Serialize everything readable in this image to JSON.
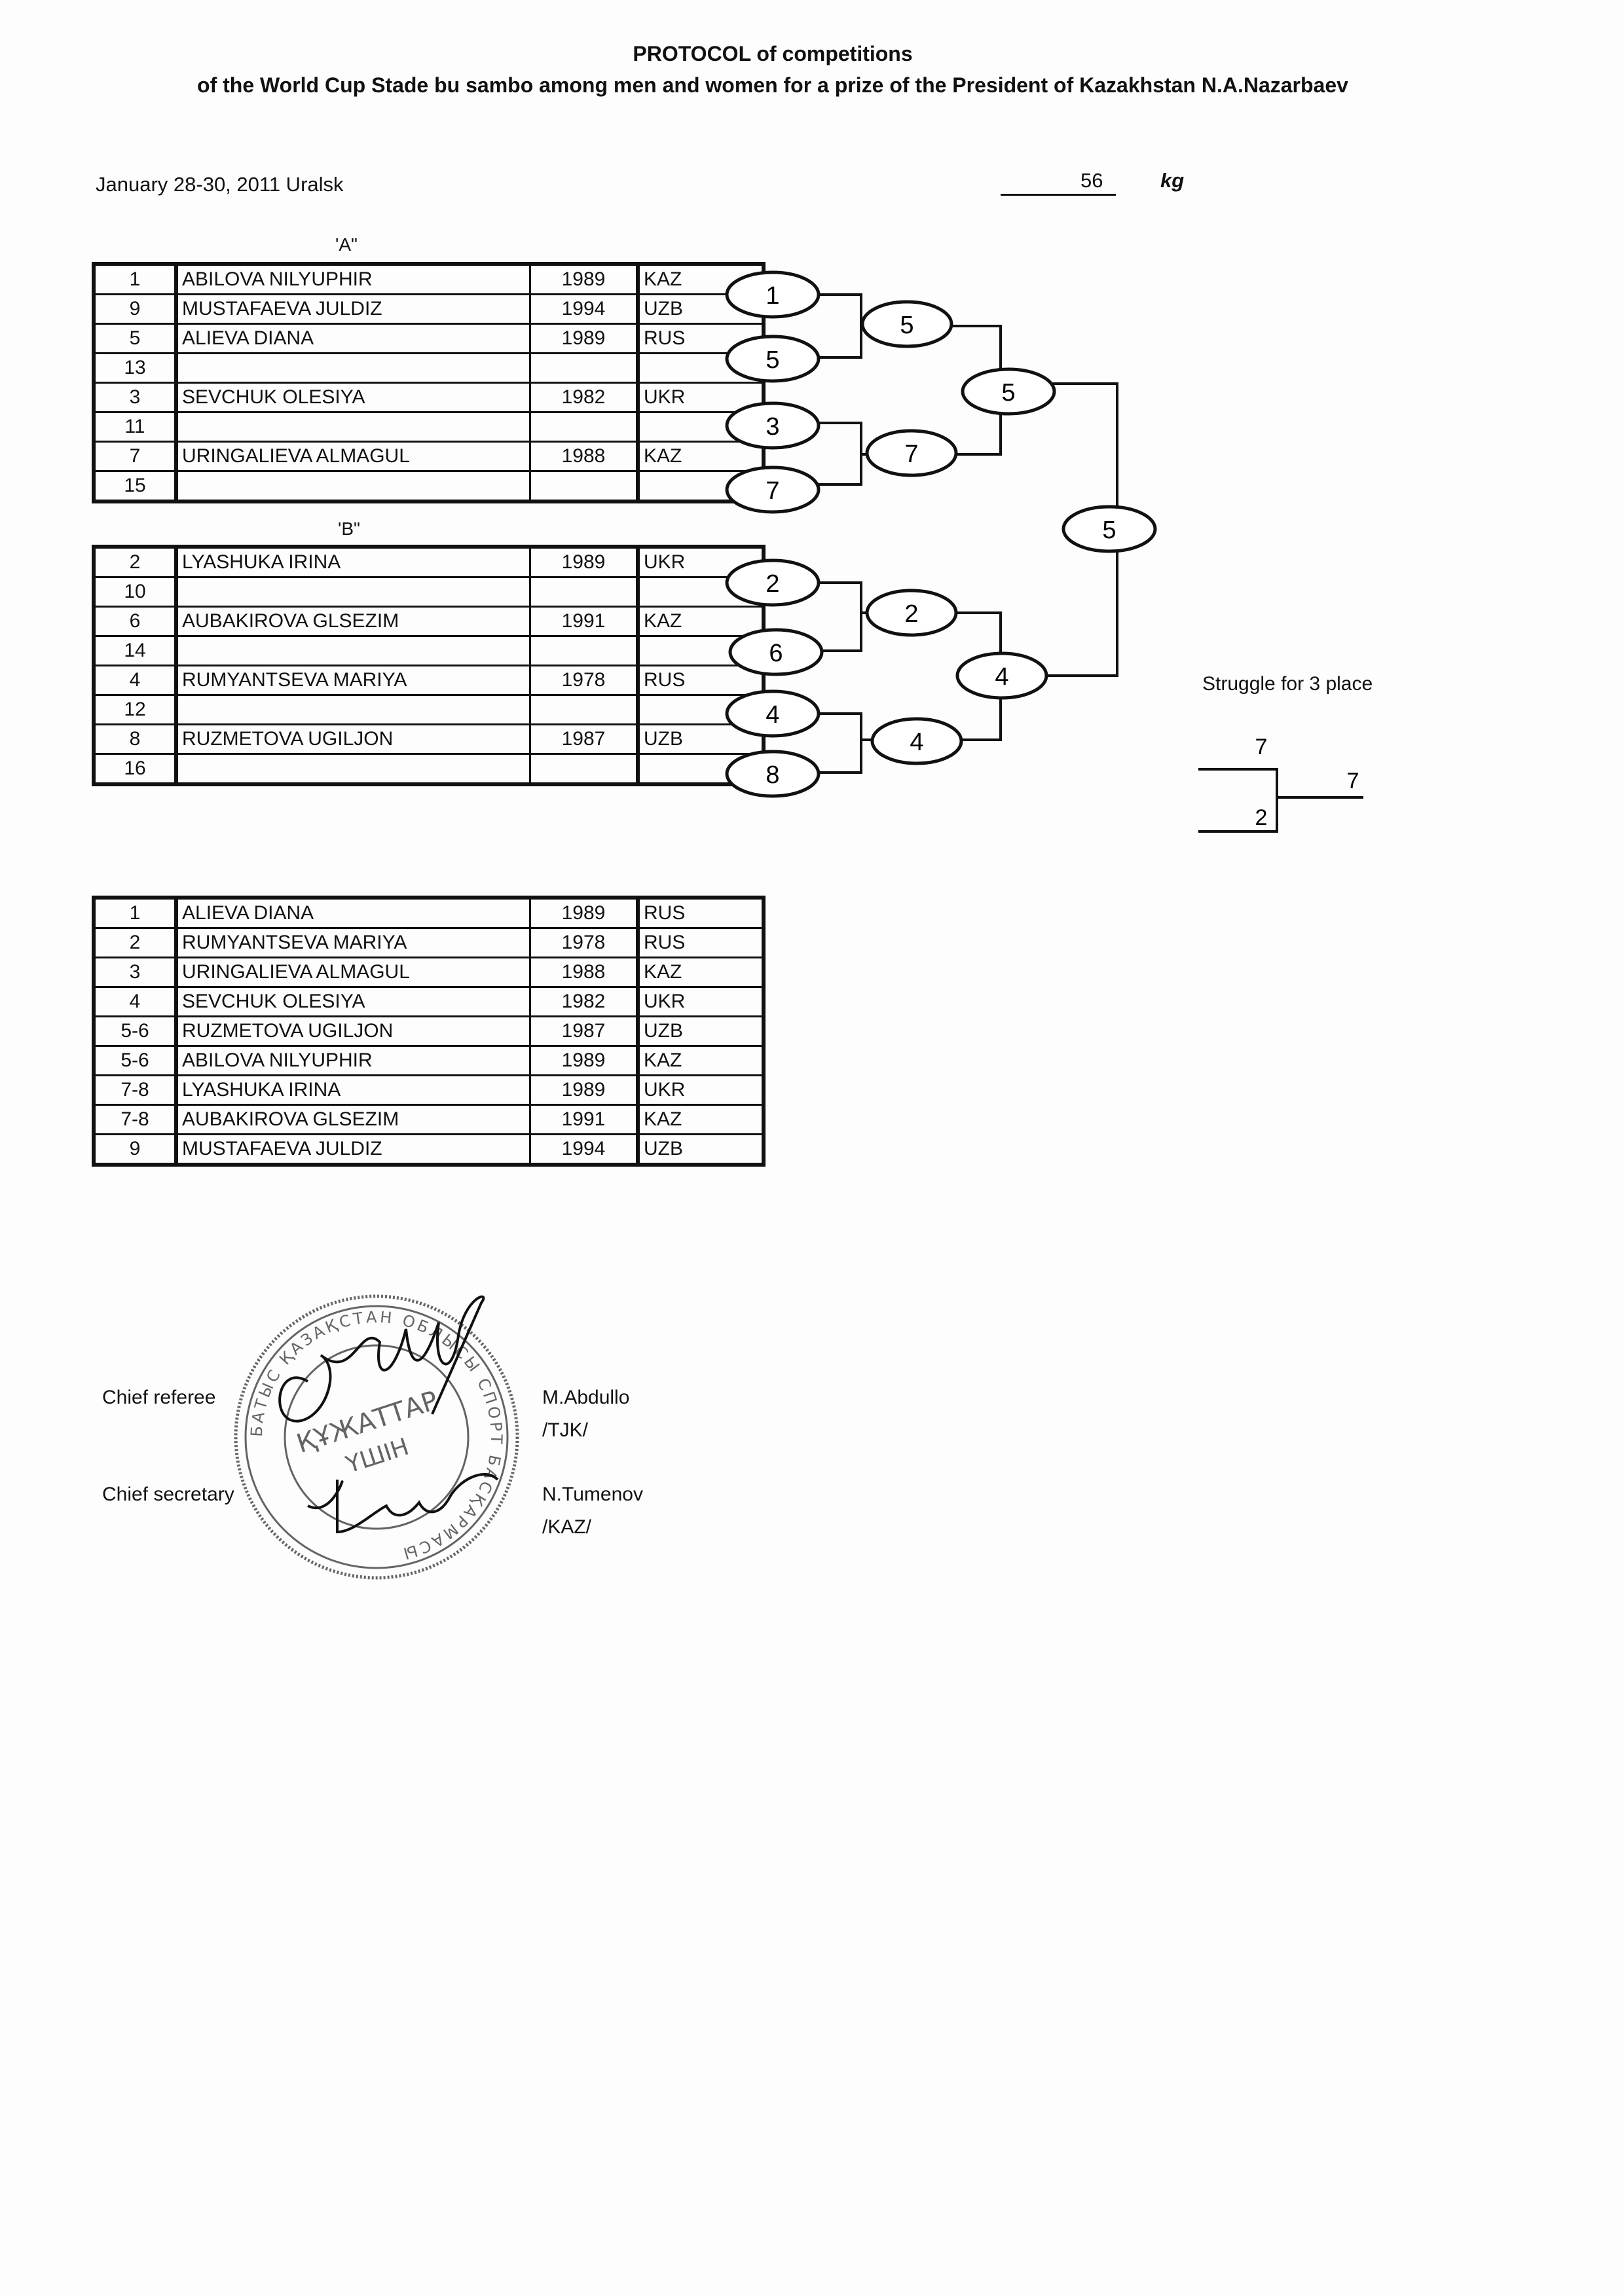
{
  "header": {
    "title_line1": "PROTOCOL of competitions",
    "title_line2": "of the World Cup Stade bu sambo among men and women for a  prize of the President of Kazakhstan N.A.Nazarbaev",
    "date_place": "January 28-30, 2011 Uralsk",
    "weight": "56",
    "weight_unit": "kg"
  },
  "pools": [
    {
      "name": "'A\"",
      "rows": [
        {
          "seed": "1",
          "name": "ABILOVA  NILYUPHIR",
          "year": "1989",
          "country": "KAZ"
        },
        {
          "seed": "9",
          "name": "MUSTAFAEVA JULDIZ",
          "year": "1994",
          "country": "UZB"
        },
        {
          "seed": "5",
          "name": "ALIEVA DIANA",
          "year": "1989",
          "country": "RUS"
        },
        {
          "seed": "13",
          "name": "",
          "year": "",
          "country": ""
        },
        {
          "seed": "3",
          "name": "SEVCHUK OLESIYA",
          "year": "1982",
          "country": "UKR"
        },
        {
          "seed": "11",
          "name": "",
          "year": "",
          "country": ""
        },
        {
          "seed": "7",
          "name": "URINGALIEVA  ALMAGUL",
          "year": "1988",
          "country": "KAZ"
        },
        {
          "seed": "15",
          "name": "",
          "year": "",
          "country": ""
        }
      ]
    },
    {
      "name": "'B\"",
      "rows": [
        {
          "seed": "2",
          "name": "LYASHUKA  IRINA",
          "year": "1989",
          "country": "UKR"
        },
        {
          "seed": "10",
          "name": "",
          "year": "",
          "country": ""
        },
        {
          "seed": "6",
          "name": "AUBAKIROVA GLSEZIM",
          "year": "1991",
          "country": "KAZ"
        },
        {
          "seed": "14",
          "name": "",
          "year": "",
          "country": ""
        },
        {
          "seed": "4",
          "name": "RUMYANTSEVA MARIYA",
          "year": "1978",
          "country": "RUS"
        },
        {
          "seed": "12",
          "name": "",
          "year": "",
          "country": ""
        },
        {
          "seed": "8",
          "name": "RUZMETOVA  UGILJON",
          "year": "1987",
          "country": "UZB"
        },
        {
          "seed": "16",
          "name": "",
          "year": "",
          "country": ""
        }
      ]
    }
  ],
  "bracket": {
    "pool_a": {
      "round1": [
        "1",
        "5",
        "3",
        "7"
      ],
      "round2": [
        "5",
        "7"
      ],
      "final": "5"
    },
    "pool_b": {
      "round1": [
        "2",
        "6",
        "4",
        "8"
      ],
      "round2": [
        "2",
        "4"
      ],
      "final": "4"
    },
    "champion": "5"
  },
  "third_place": {
    "title": "Struggle for 3 place",
    "top": "7",
    "bottom": "2",
    "winner": "7"
  },
  "results": [
    {
      "place": "1",
      "name": "ALIEVA DIANA",
      "year": "1989",
      "country": "RUS"
    },
    {
      "place": "2",
      "name": "RUMYANTSEVA MARIYA",
      "year": "1978",
      "country": "RUS"
    },
    {
      "place": "3",
      "name": "URINGALIEVA  ALMAGUL",
      "year": "1988",
      "country": "KAZ"
    },
    {
      "place": "4",
      "name": "SEVCHUK OLESIYA",
      "year": "1982",
      "country": "UKR"
    },
    {
      "place": "5-6",
      "name": "RUZMETOVA  UGILJON",
      "year": "1987",
      "country": "UZB"
    },
    {
      "place": "5-6",
      "name": "ABILOVA  NILYUPHIR",
      "year": "1989",
      "country": "KAZ"
    },
    {
      "place": "7-8",
      "name": "LYASHUKA  IRINA",
      "year": "1989",
      "country": "UKR"
    },
    {
      "place": "7-8",
      "name": "AUBAKIROVA GLSEZIM",
      "year": "1991",
      "country": "KAZ"
    },
    {
      "place": "9",
      "name": "MUSTAFAEVA JULDIZ",
      "year": "1994",
      "country": "UZB"
    }
  ],
  "officials": {
    "chief_referee_label": "Chief referee",
    "chief_referee_name": "M.Abdullo",
    "chief_referee_country": "/TJK/",
    "chief_secretary_label": "Chief secretary",
    "chief_secretary_name": "N.Tumenov",
    "chief_secretary_country": "/KAZ/"
  },
  "stamp": {
    "ring_text": "БАТЫС ҚАЗАҚСТАН ОБЛЫСЫ СПОРТ БАСҚАРМАСЫ",
    "center_text_1": "ҚҰЖАТТАР",
    "center_text_2": "ҮШІН"
  }
}
